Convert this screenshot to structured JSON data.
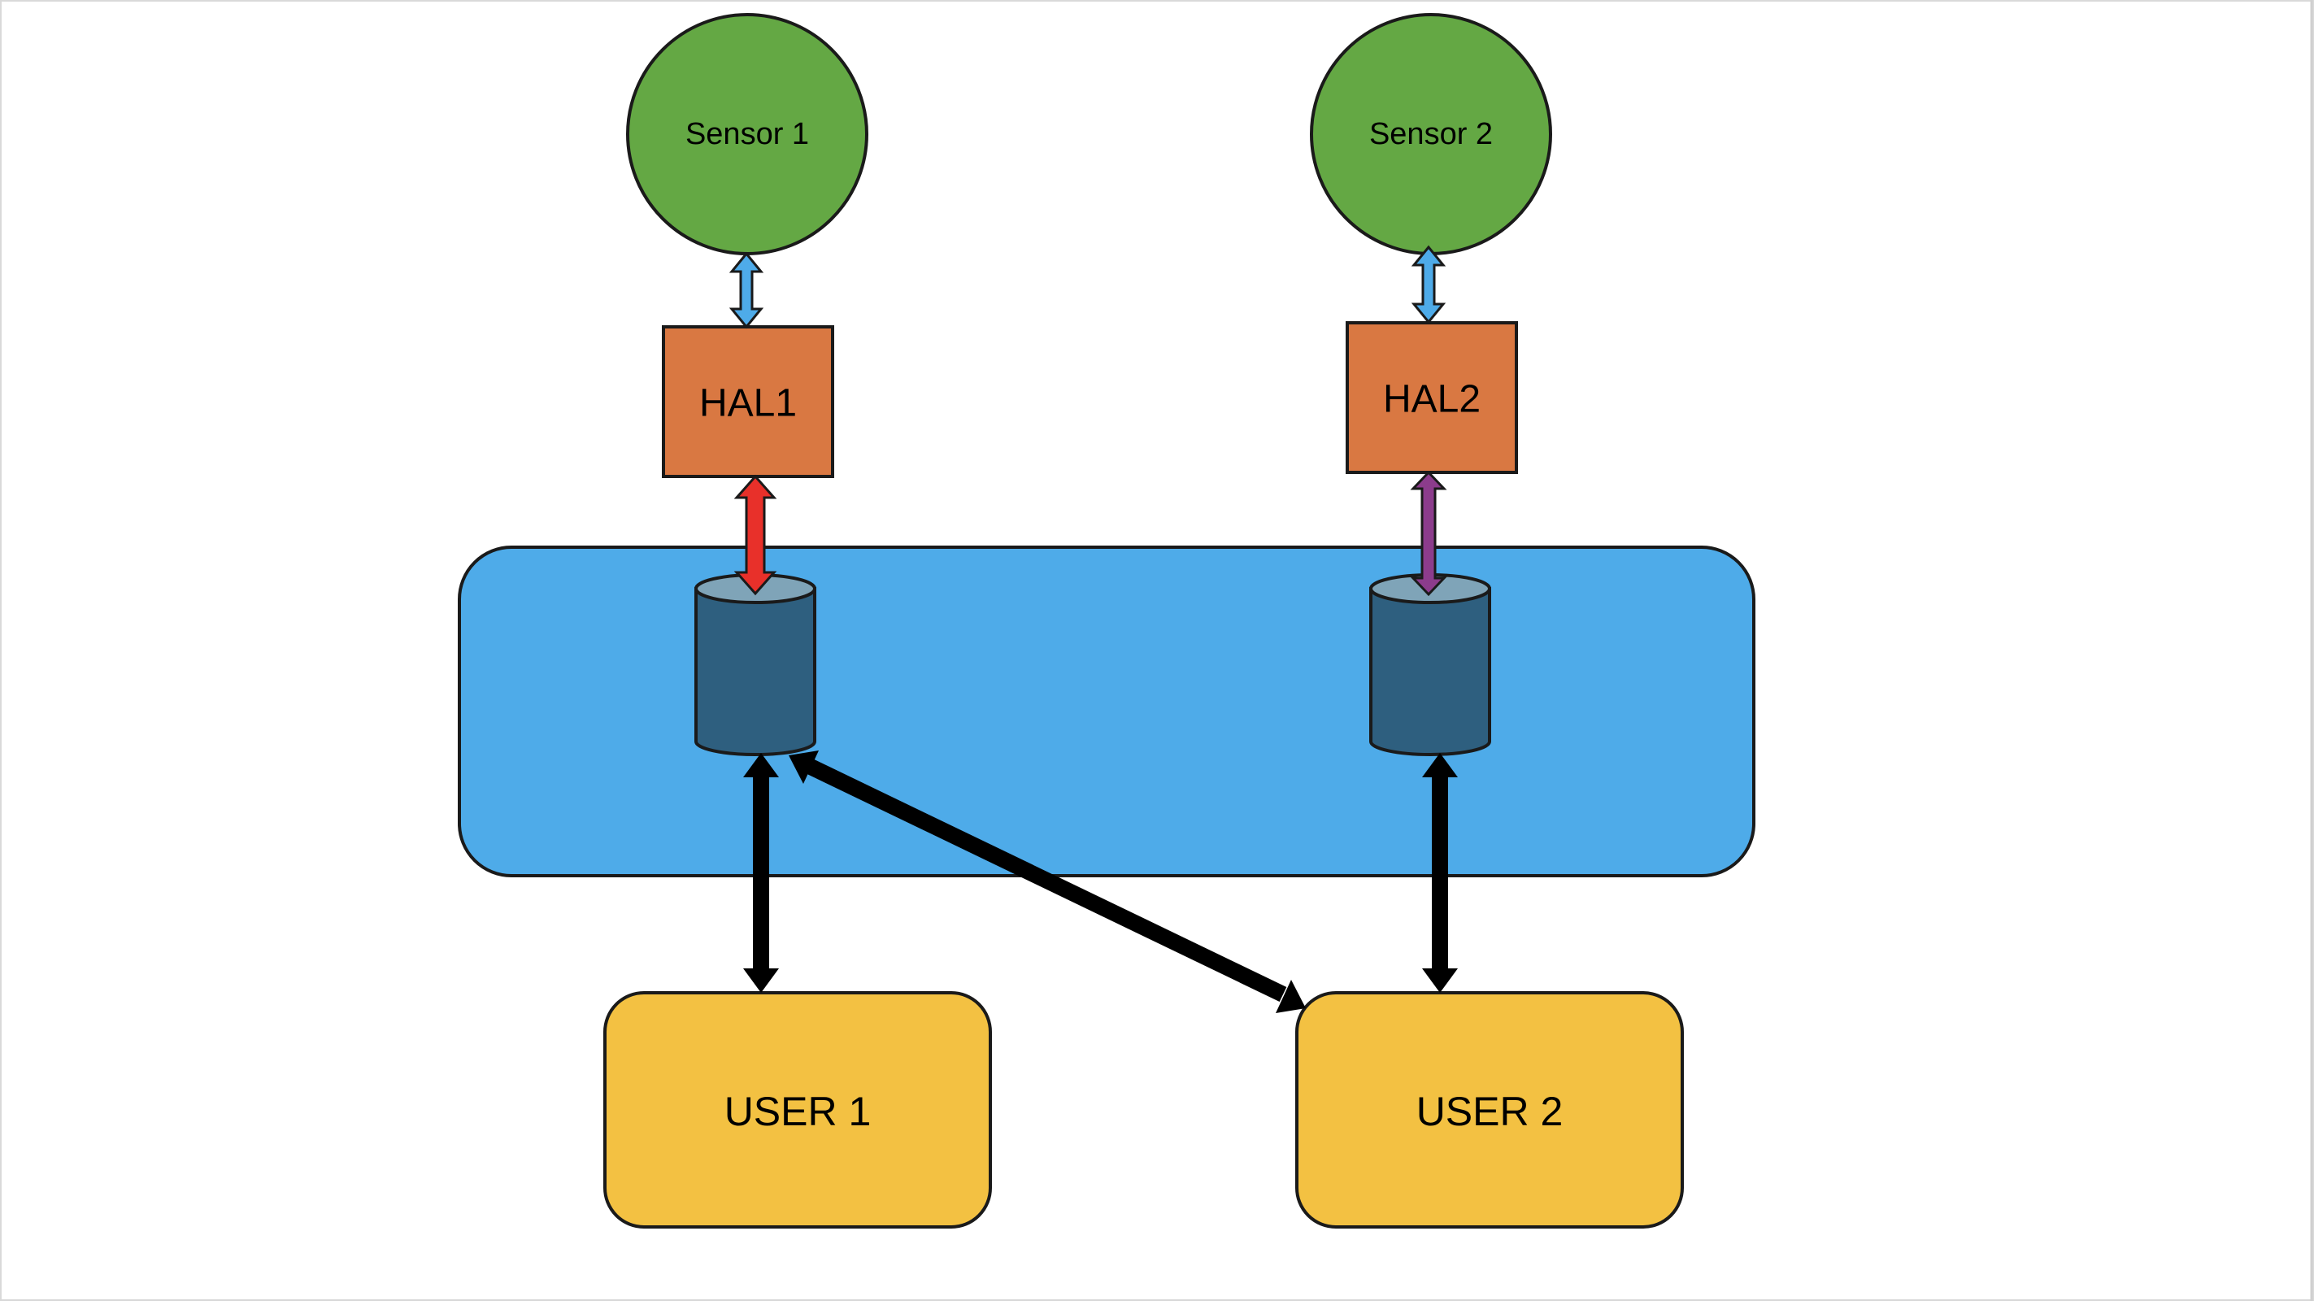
{
  "diagram": {
    "sensors": [
      {
        "id": "sensor-1",
        "label": "Sensor 1",
        "color": "#64a844"
      },
      {
        "id": "sensor-2",
        "label": "Sensor 2",
        "color": "#64a844"
      }
    ],
    "hals": [
      {
        "id": "hal-1",
        "label": "HAL1",
        "color": "#d97842"
      },
      {
        "id": "hal-2",
        "label": "HAL2",
        "color": "#d97842"
      }
    ],
    "users": [
      {
        "id": "user-1",
        "label": "USER 1",
        "color": "#f3c142"
      },
      {
        "id": "user-2",
        "label": "USER 2",
        "color": "#f3c142"
      }
    ],
    "container": {
      "color": "#4eabe9"
    },
    "stores": [
      {
        "id": "store-1",
        "body_color": "#2e5f7f",
        "top_color": "#7fa4b8"
      },
      {
        "id": "store-2",
        "body_color": "#2e5f7f",
        "top_color": "#7fa4b8"
      }
    ],
    "connections": [
      {
        "id": "sensor1-hal1",
        "from": "Sensor 1",
        "to": "HAL1",
        "color": "#4eabe9",
        "direction": "bidirectional"
      },
      {
        "id": "sensor2-hal2",
        "from": "Sensor 2",
        "to": "HAL2",
        "color": "#4eabe9",
        "direction": "bidirectional"
      },
      {
        "id": "hal1-store1",
        "from": "HAL1",
        "to": "store-1",
        "color": "#e8302a",
        "direction": "bidirectional"
      },
      {
        "id": "hal2-store2",
        "from": "HAL2",
        "to": "store-2",
        "color": "#8c3c8c",
        "direction": "bidirectional"
      },
      {
        "id": "store1-user1",
        "from": "store-1",
        "to": "USER 1",
        "color": "#000000",
        "direction": "bidirectional"
      },
      {
        "id": "store1-user2",
        "from": "store-1",
        "to": "USER 2",
        "color": "#000000",
        "direction": "bidirectional"
      },
      {
        "id": "store2-user2",
        "from": "store-2",
        "to": "USER 2",
        "color": "#000000",
        "direction": "bidirectional"
      }
    ]
  }
}
